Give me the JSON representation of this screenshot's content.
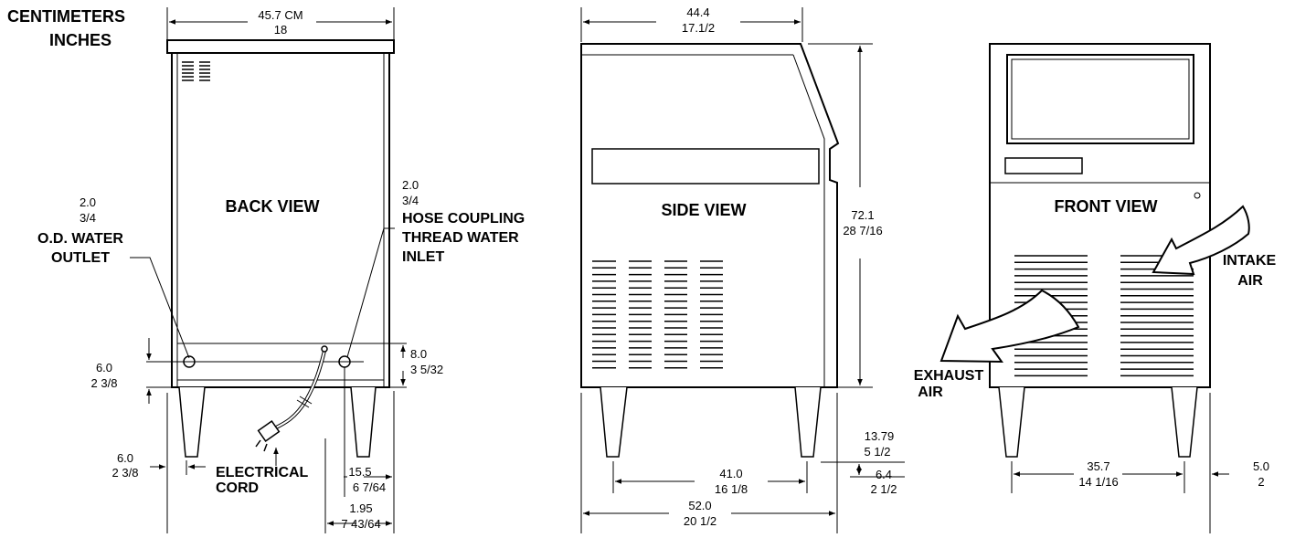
{
  "header": {
    "line1": "CENTIMETERS",
    "line2": "INCHES"
  },
  "back_view": {
    "title": "BACK VIEW",
    "width_cm": "45.7 CM",
    "width_in": "18",
    "outlet_size_cm": "2.0",
    "outlet_size_in": "3/4",
    "outlet_label_1": "O.D. WATER",
    "outlet_label_2": "OUTLET",
    "inlet_size_cm": "2.0",
    "inlet_size_in": "3/4",
    "inlet_label_1": "HOSE COUPLING",
    "inlet_label_2": "THREAD WATER",
    "inlet_label_3": "INLET",
    "outlet_height_cm": "6.0",
    "outlet_height_in": "2 3/8",
    "inlet_height_cm": "8.0",
    "inlet_height_in": "3 5/32",
    "leg_offset_cm": "6.0",
    "leg_offset_in": "2 3/8",
    "cord_label_1": "ELECTRICAL",
    "cord_label_2": "CORD",
    "inlet_offset_cm": "15.5",
    "inlet_offset_in": "6 7/64",
    "leg_inset_cm": "1.95",
    "leg_inset_in": "7 43/64"
  },
  "side_view": {
    "title": "SIDE VIEW",
    "top_depth_cm": "44.4",
    "top_depth_in": "17.1/2",
    "height_cm": "72.1",
    "height_in": "28 7/16",
    "leg_span_cm": "41.0",
    "leg_span_in": "16 1/8",
    "overall_depth_cm": "52.0",
    "overall_depth_in": "20 1/2",
    "leg_height_cm": "13.79",
    "leg_height_in": "5 1/2",
    "foot_cm": "6.4",
    "foot_in": "2 1/2"
  },
  "front_view": {
    "title": "FRONT VIEW",
    "intake_label_1": "INTAKE",
    "intake_label_2": "AIR",
    "exhaust_label_1": "EXHAUST",
    "exhaust_label_2": "AIR",
    "leg_span_cm": "35.7",
    "leg_span_in": "14 1/16",
    "side_offset_cm": "5.0",
    "side_offset_in": "2"
  }
}
